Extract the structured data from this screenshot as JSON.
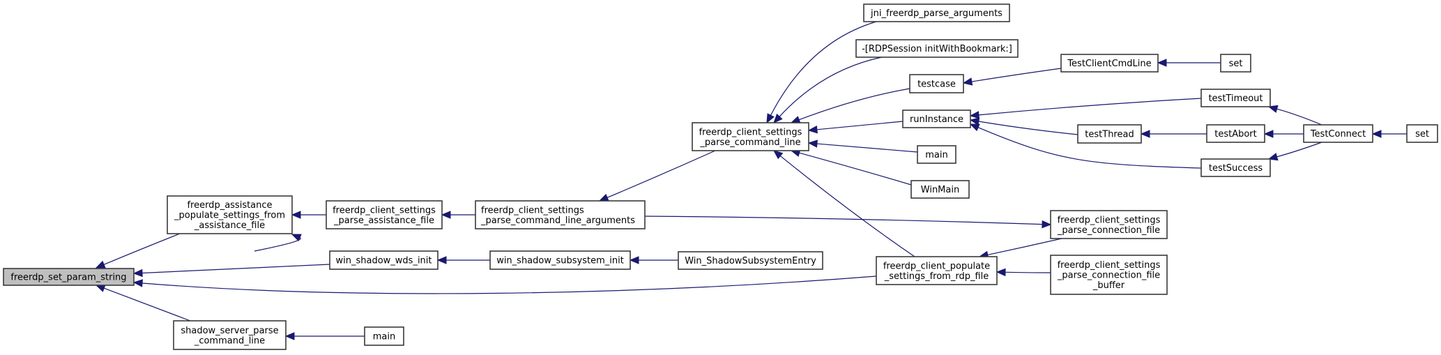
{
  "graph": {
    "type": "caller-graph",
    "edge_color": "#191970",
    "root_fill": "#bfbfbf",
    "nodes": [
      {
        "id": "set_param_string",
        "lines": [
          "freerdp_set_param_string"
        ],
        "root": true
      },
      {
        "id": "assistance_populate",
        "lines": [
          "freerdp_assistance",
          "_populate_settings_from",
          "_assistance_file"
        ]
      },
      {
        "id": "shadow_server_parse",
        "lines": [
          "shadow_server_parse",
          "_command_line"
        ]
      },
      {
        "id": "main_shadow",
        "lines": [
          "main"
        ]
      },
      {
        "id": "parse_assistance_file",
        "lines": [
          "freerdp_client_settings",
          "_parse_assistance_file"
        ]
      },
      {
        "id": "parse_cmdline_args",
        "lines": [
          "freerdp_client_settings",
          "_parse_command_line_arguments"
        ],
        "align": "left"
      },
      {
        "id": "win_shadow_wds_init",
        "lines": [
          "win_shadow_wds_init"
        ]
      },
      {
        "id": "win_shadow_subsystem_init",
        "lines": [
          "win_shadow_subsystem_init"
        ]
      },
      {
        "id": "win_shadow_entry",
        "lines": [
          "Win_ShadowSubsystemEntry"
        ]
      },
      {
        "id": "parse_command_line",
        "lines": [
          "freerdp_client_settings",
          "_parse_command_line"
        ]
      },
      {
        "id": "jni_parse",
        "lines": [
          "jni_freerdp_parse_arguments"
        ]
      },
      {
        "id": "rdpsession",
        "lines": [
          "-[RDPSession initWithBookmark:]"
        ]
      },
      {
        "id": "testcase",
        "lines": [
          "testcase"
        ]
      },
      {
        "id": "runInstance",
        "lines": [
          "runInstance"
        ]
      },
      {
        "id": "main_mid",
        "lines": [
          "main"
        ]
      },
      {
        "id": "WinMain",
        "lines": [
          "WinMain"
        ]
      },
      {
        "id": "populate_rdp_file",
        "lines": [
          "freerdp_client_populate",
          "_settings_from_rdp_file"
        ]
      },
      {
        "id": "parse_connection_file",
        "lines": [
          "freerdp_client_settings",
          "_parse_connection_file"
        ]
      },
      {
        "id": "parse_connection_file_buffer",
        "lines": [
          "freerdp_client_settings",
          "_parse_connection_file",
          "_buffer"
        ]
      },
      {
        "id": "TestClientCmdLine",
        "lines": [
          "TestClientCmdLine"
        ]
      },
      {
        "id": "set_top",
        "lines": [
          "set"
        ]
      },
      {
        "id": "testTimeout",
        "lines": [
          "testTimeout"
        ]
      },
      {
        "id": "testThread",
        "lines": [
          "testThread"
        ]
      },
      {
        "id": "testAbort",
        "lines": [
          "testAbort"
        ]
      },
      {
        "id": "testSuccess",
        "lines": [
          "testSuccess"
        ]
      },
      {
        "id": "TestConnect",
        "lines": [
          "TestConnect"
        ]
      },
      {
        "id": "set_right",
        "lines": [
          "set"
        ]
      }
    ],
    "edges": [
      {
        "from": "assistance_populate",
        "to": "set_param_string"
      },
      {
        "from": "win_shadow_wds_init",
        "to": "set_param_string"
      },
      {
        "from": "populate_rdp_file",
        "to": "set_param_string"
      },
      {
        "from": "shadow_server_parse",
        "to": "set_param_string"
      },
      {
        "from": "main_shadow",
        "to": "shadow_server_parse"
      },
      {
        "from": "parse_assistance_file",
        "to": "assistance_populate"
      },
      {
        "from": "win_shadow_wds_init",
        "to": "assistance_populate"
      },
      {
        "from": "parse_cmdline_args",
        "to": "parse_assistance_file"
      },
      {
        "from": "win_shadow_subsystem_init",
        "to": "win_shadow_wds_init"
      },
      {
        "from": "win_shadow_entry",
        "to": "win_shadow_subsystem_init"
      },
      {
        "from": "parse_command_line",
        "to": "parse_cmdline_args"
      },
      {
        "from": "parse_cmdline_args",
        "to": "parse_connection_file"
      },
      {
        "from": "jni_parse",
        "to": "parse_command_line"
      },
      {
        "from": "rdpsession",
        "to": "parse_command_line"
      },
      {
        "from": "testcase",
        "to": "parse_command_line"
      },
      {
        "from": "runInstance",
        "to": "parse_command_line"
      },
      {
        "from": "main_mid",
        "to": "parse_command_line"
      },
      {
        "from": "WinMain",
        "to": "parse_command_line"
      },
      {
        "from": "populate_rdp_file",
        "to": "parse_command_line"
      },
      {
        "from": "parse_connection_file",
        "to": "populate_rdp_file"
      },
      {
        "from": "parse_connection_file_buffer",
        "to": "populate_rdp_file"
      },
      {
        "from": "TestClientCmdLine",
        "to": "testcase"
      },
      {
        "from": "set_top",
        "to": "TestClientCmdLine"
      },
      {
        "from": "testTimeout",
        "to": "runInstance"
      },
      {
        "from": "testThread",
        "to": "runInstance"
      },
      {
        "from": "testSuccess",
        "to": "runInstance"
      },
      {
        "from": "testAbort",
        "to": "testThread"
      },
      {
        "from": "TestConnect",
        "to": "testTimeout"
      },
      {
        "from": "TestConnect",
        "to": "testAbort"
      },
      {
        "from": "TestConnect",
        "to": "testSuccess"
      },
      {
        "from": "set_right",
        "to": "TestConnect"
      }
    ]
  }
}
